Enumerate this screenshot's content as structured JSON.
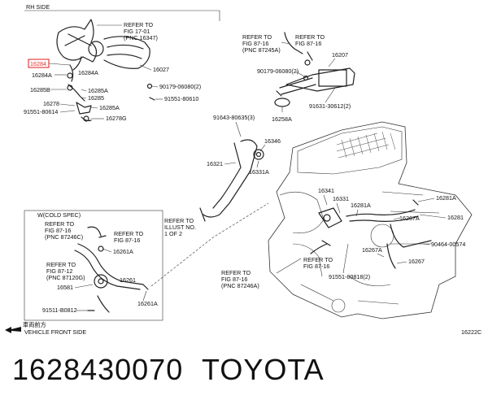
{
  "header": {
    "side": "RH SIDE"
  },
  "inset": {
    "title": "W(COLD SPEC)"
  },
  "labels": {
    "ref1701": "REFER TO",
    "ref1701b": "FIG 17-01",
    "ref1701c": "(PNC 16347)",
    "p16284_hl": "16284",
    "p16284a_1": "16284A",
    "p16284a_2": "16284A",
    "p16285b": "16285B",
    "p16285a_1": "16285A",
    "p16285": "16285",
    "p16278": "16278",
    "p91551_80614": "91551-80614",
    "p16285a_2": "16285A",
    "p16278g": "16278G",
    "p16027": "16027",
    "p90179_06080": "90179-06080(2)",
    "p91551_80610": "91551-80610",
    "ref8716a": "REFER TO",
    "ref8716ab": "FIG 87-16",
    "ref8716ac": "(PNC 87245A)",
    "ref8716b": "REFER TO",
    "ref8716bb": "FIG 87-16",
    "p16207": "16207",
    "p90179_06080_2": "90179-06080(2)",
    "p16258a": "16258A",
    "p91631_30612": "91631-30612(2)",
    "p91643_80635": "91643-80635(3)",
    "p16346": "16346",
    "p16321": "16321",
    "p16331a": "16331A",
    "p16341": "16341",
    "p16331": "16331",
    "p16281a_1": "16281A",
    "p16281a_2": "16281A",
    "p16267a_1": "16267A",
    "p16281": "16281",
    "p90464_00574": "90464-00574",
    "p16267a_2": "16267A",
    "p16267": "16267",
    "ref_illust": "REFER TO",
    "ref_illustb": "ILLUST NO.",
    "ref_illustc": "1 OF 2",
    "ref8716c": "REFER TO",
    "ref8716cb": "FIG 87-16",
    "p91551_80818": "91551-80818(2)",
    "ref8716d": "REFER TO",
    "ref8716db": "FIG 87-16",
    "ref8716dc": "(PNC 87246A)",
    "in_ref1": "REFER TO",
    "in_ref1b": "FIG 87-16",
    "in_ref1c": "(PNC 87246C)",
    "in_ref2": "REFER TO",
    "in_ref2b": "FIG 87-16",
    "in_16261a_1": "16261A",
    "in_ref3": "REFER TO",
    "in_ref3b": "FIG 87-12",
    "in_ref3c": "(PNC 87120G)",
    "in_16261": "16261",
    "in_16581": "16581",
    "in_16261a_2": "16261A",
    "in_91511": "91511-B0812",
    "front_cn": "車両前方",
    "front_en": "VEHICLE FRONT SIDE",
    "code": "16222C"
  },
  "footer": {
    "part_number": "1628430070",
    "brand": "TOYOTA"
  },
  "colors": {
    "highlight": "#e0302e",
    "line": "#222222"
  }
}
